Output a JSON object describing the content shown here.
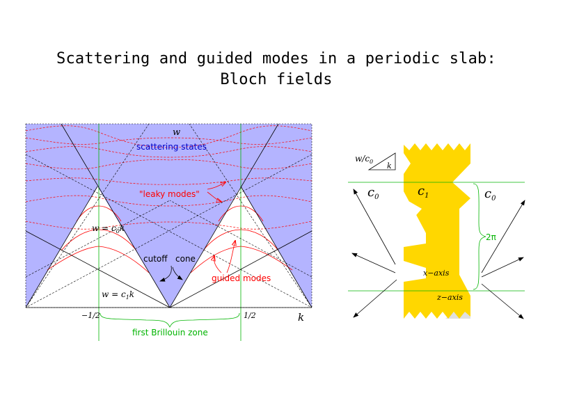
{
  "title": {
    "line1": "Scattering and guided modes in a periodic slab:",
    "line2": "Bloch fields"
  },
  "band_diagram": {
    "axis_w": "w",
    "axis_k": "k",
    "scattering_states": "scattering states",
    "leaky_modes": "\"leaky modes\"",
    "w_c0k": "w = c",
    "w_c0k_sub": "0",
    "w_c0k_end": "k",
    "w_c1k": "w = c",
    "w_c1k_sub": "1",
    "w_c1k_end": "k",
    "cutoff": "cutoff",
    "cone": "cone",
    "guided_modes": "guided modes",
    "tick_left": "−1/2",
    "tick_right": "1/2",
    "brillouin": "first Brillouin zone"
  },
  "slab": {
    "wc0": "w/c",
    "wc0_sub": "0",
    "k": "k",
    "c0_left": "c",
    "c0_left_sub": "0",
    "c1": "c",
    "c1_sub": "1",
    "c0_right": "c",
    "c0_right_sub": "0",
    "period": "2π",
    "x_axis": "x−axis",
    "z_axis": "z−axis"
  },
  "colors": {
    "scattering_fill": "#b4b4ff",
    "slab_fill": "#ffd700",
    "leaky_curves": "#ff0000",
    "scattering_label": "#0000c8",
    "brillouin_green": "#00b400",
    "slab_shadow": "#e0e0e0"
  }
}
